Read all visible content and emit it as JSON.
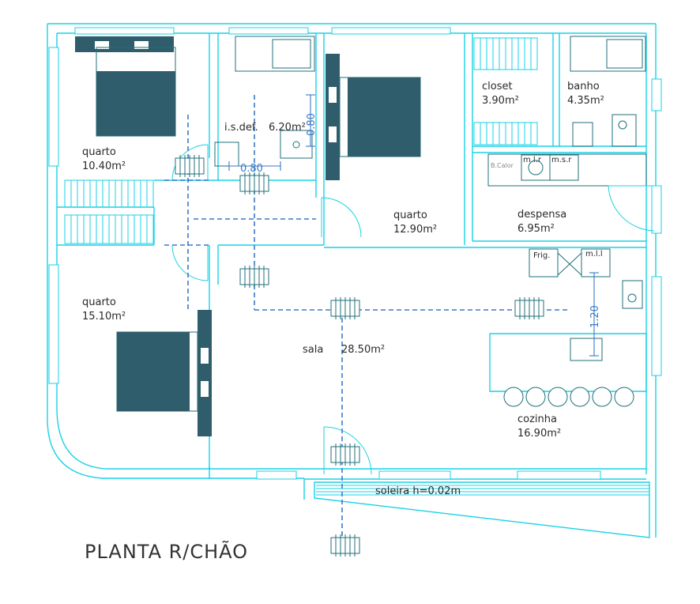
{
  "plan": {
    "title": "PLANTA R/CHÃO",
    "rooms": [
      {
        "id": "quarto-1",
        "name": "quarto",
        "area": "10.40m²"
      },
      {
        "id": "quarto-2",
        "name": "quarto",
        "area": "15.10m²"
      },
      {
        "id": "is-def",
        "name": "i.s.def.",
        "area": "6.20m²"
      },
      {
        "id": "quarto-3",
        "name": "quarto",
        "area": "12.90m²"
      },
      {
        "id": "closet",
        "name": "closet",
        "area": "3.90m²"
      },
      {
        "id": "banho",
        "name": "banho",
        "area": "4.35m²"
      },
      {
        "id": "despensa",
        "name": "despensa",
        "area": "6.95m²"
      },
      {
        "id": "sala",
        "name": "sala",
        "area": "28.50m²"
      },
      {
        "id": "cozinha",
        "name": "cozinha",
        "area": "16.90m²"
      }
    ],
    "appliances": {
      "b_calor": "B.Calor",
      "mlr": "m.l.r",
      "msr": "m.s.r",
      "frig": "Frig.",
      "mll": "m.l.l"
    },
    "dimensions": {
      "d080_h": "0.80",
      "d080_v": "0.80",
      "d120": "1.20"
    },
    "threshold": "soleira  h=0.02m",
    "colors": {
      "walls": "#18d2e6",
      "furniture": "#2f5d6b",
      "axis": "#3a79c7"
    }
  }
}
